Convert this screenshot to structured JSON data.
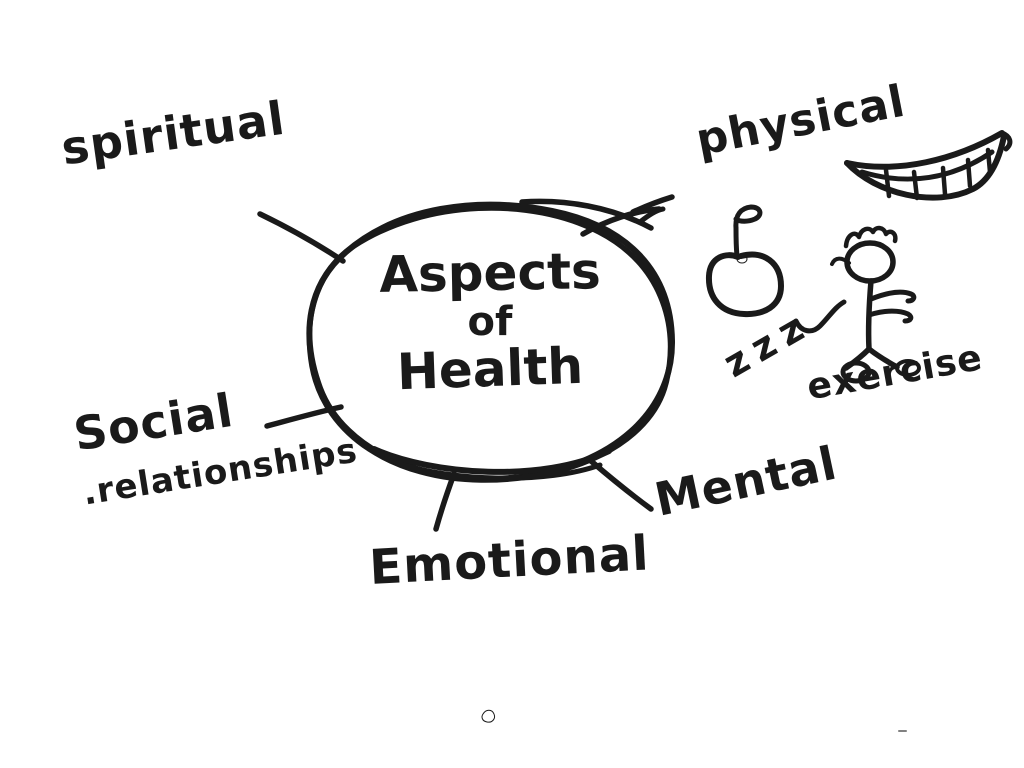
{
  "canvas": {
    "background_color": "#ffffff",
    "ink_color": "#1a1a1a",
    "description": "hand-drawn whiteboard mind map"
  },
  "center_topic": {
    "line1": "Aspects",
    "line2": "of",
    "line3": "Health"
  },
  "branches": [
    {
      "id": "spiritual",
      "label": "spiritual"
    },
    {
      "id": "physical",
      "label": "physical"
    },
    {
      "id": "social",
      "label": "Social",
      "sublabel": ".relationships"
    },
    {
      "id": "emotional",
      "label": "Emotional"
    },
    {
      "id": "mental",
      "label": "Mental"
    }
  ],
  "doodles": {
    "sleep_text": "zzz",
    "exercise_label": "exercise",
    "smile_icon": "grinning-mouth-with-teeth",
    "apple_icon": "apple-with-stem-and-leaf",
    "figure_icon": "stick-figure-person"
  }
}
